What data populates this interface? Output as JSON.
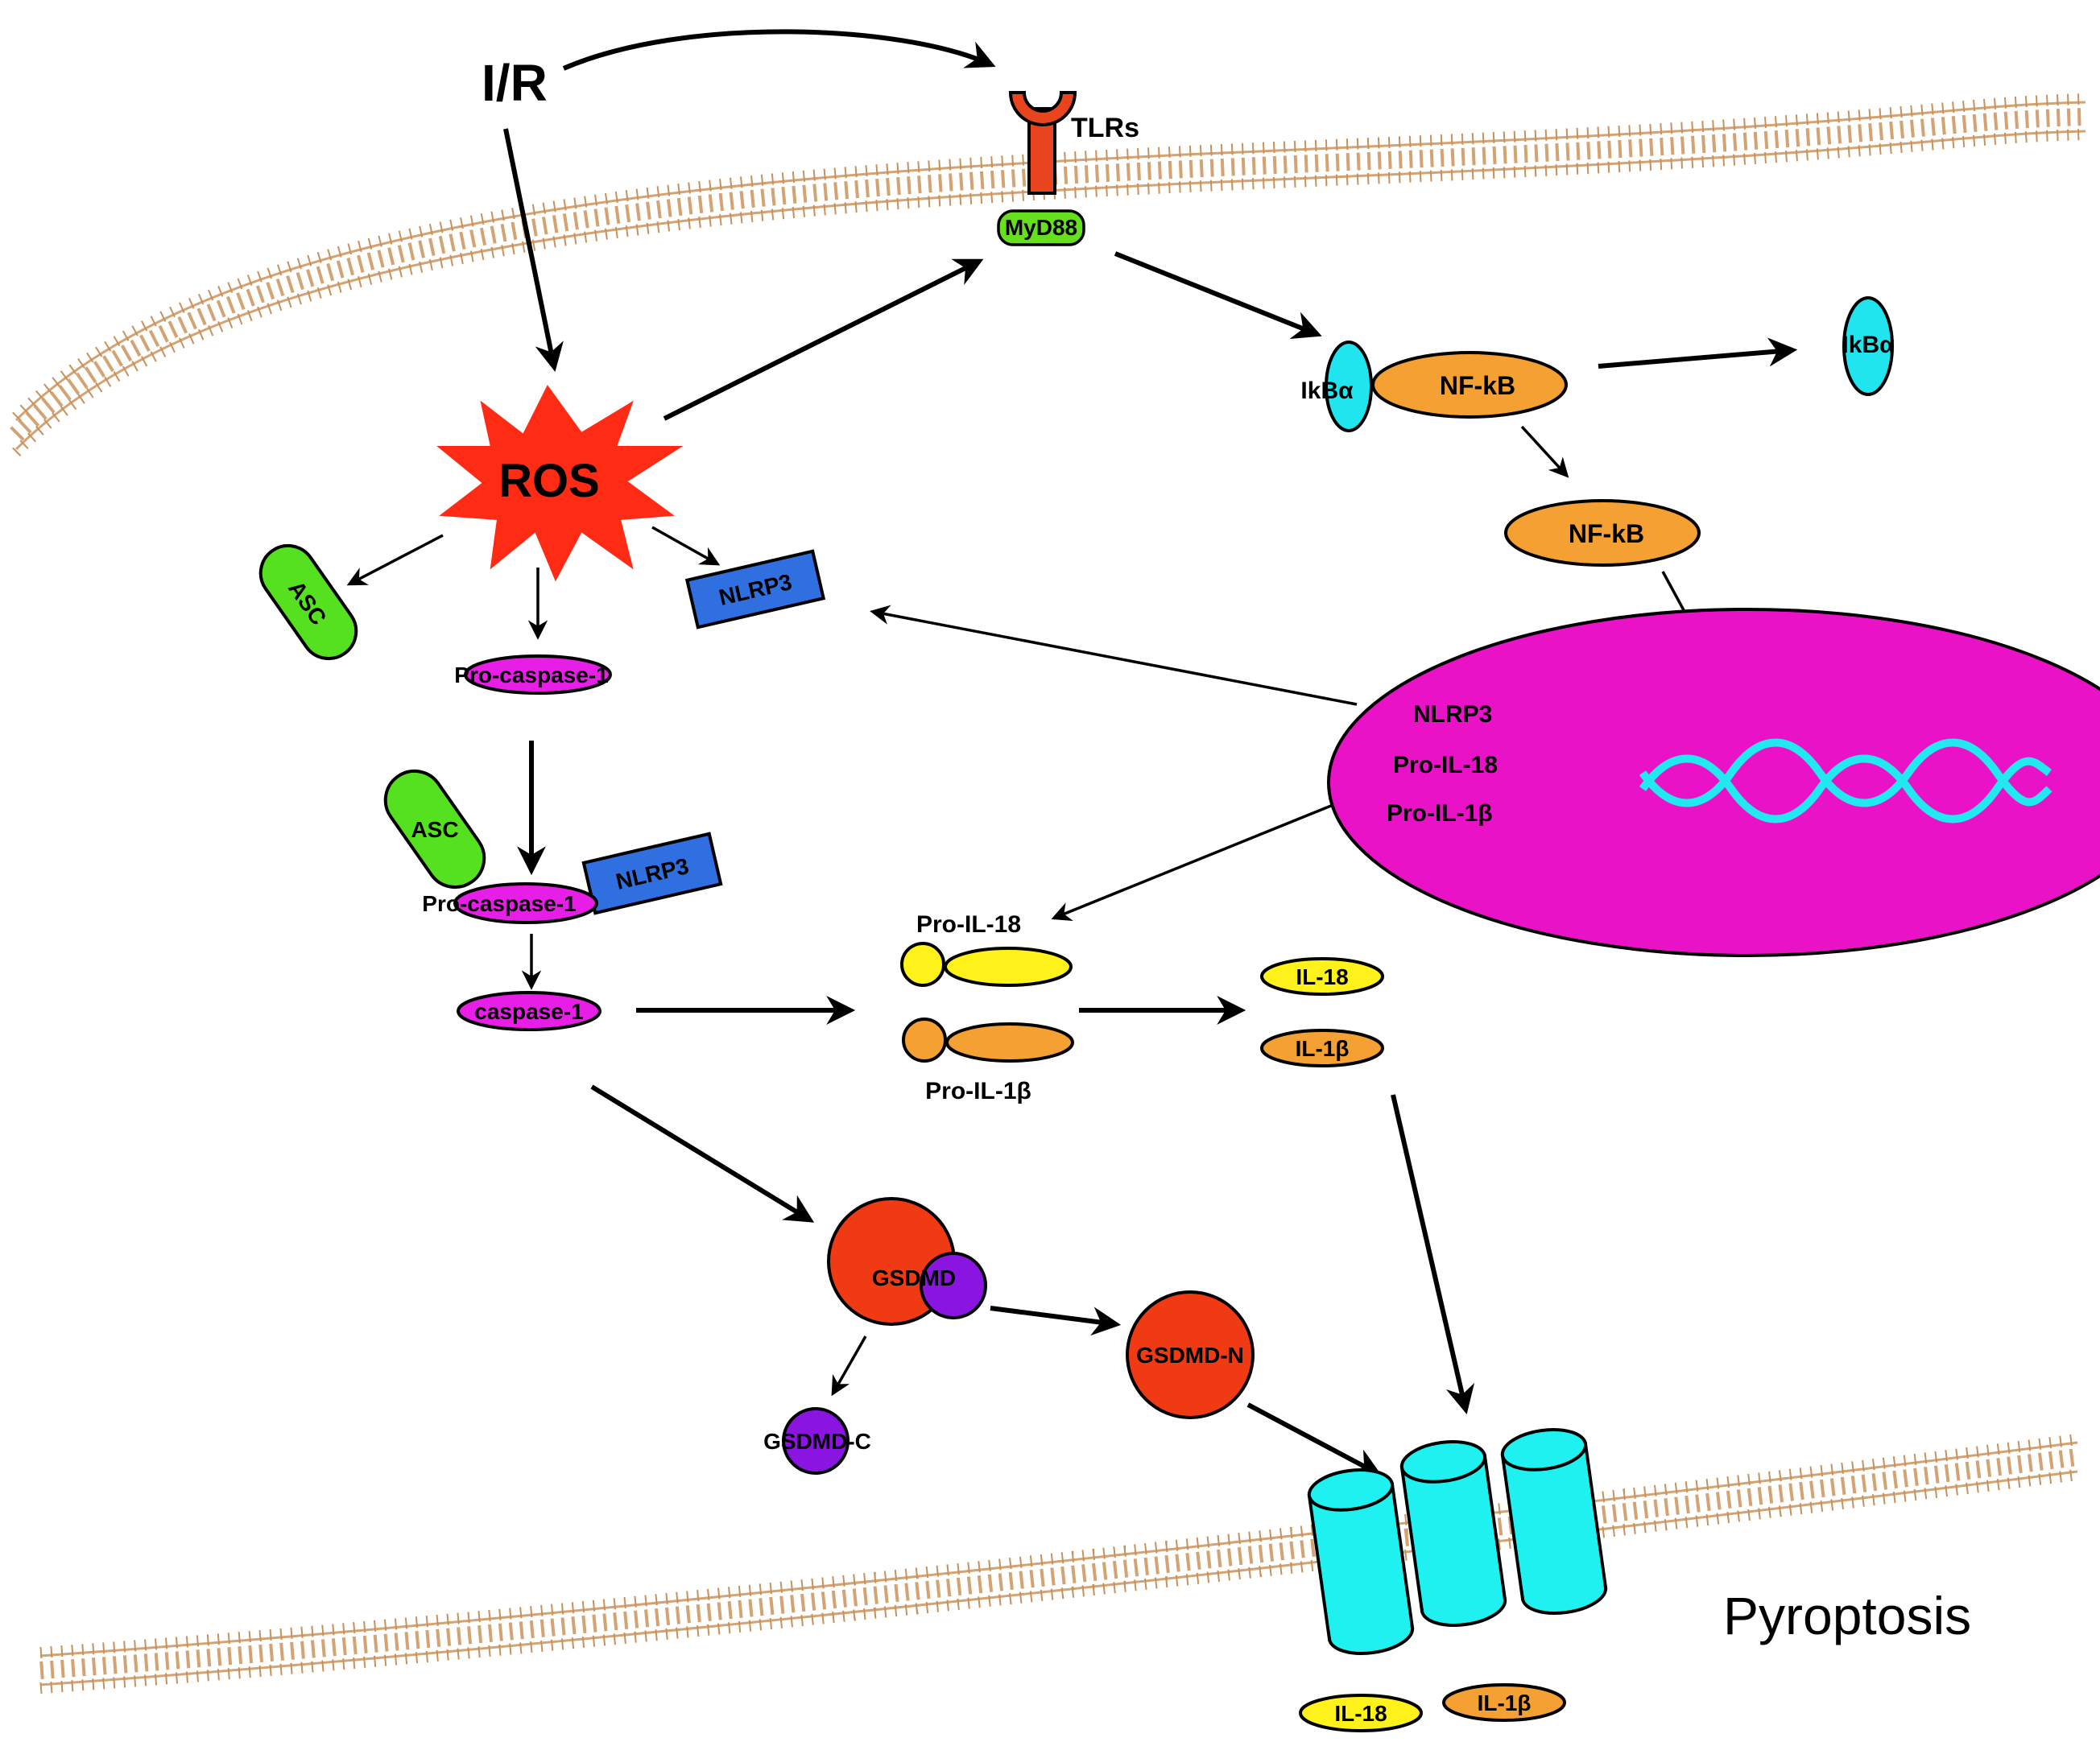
{
  "labels": {
    "ir": "I/R",
    "tlrs": "TLRs",
    "myd88": "MyD88",
    "ros": "ROS",
    "asc_free": "ASC",
    "nlrp3_free": "NLRP3",
    "pro_caspase_free": "Pro-caspase-1",
    "asc_complex": "ASC",
    "pro_caspase_complex": "Pro-caspase-1",
    "nlrp3_complex": "NLRP3",
    "caspase1": "caspase-1",
    "ikba_bound": "IkBα",
    "nfkb_bound": "NF-kB",
    "ikba_free": "IkBα",
    "nfkb_free": "NF-kB",
    "nucleus_nlrp3": "NLRP3",
    "nucleus_pro_il18": "Pro-IL-18",
    "nucleus_pro_il1b": "Pro-IL-1β",
    "pro_il18": "Pro-IL-18",
    "pro_il1b": "Pro-IL-1β",
    "il18": "IL-18",
    "il1b": "IL-1β",
    "gsdmd": "GSDMD",
    "gsdmd_c": "GSDMD-C",
    "gsdmd_n": "GSDMD-N",
    "pyroptosis": "Pyroptosis",
    "il18_out": "IL-18",
    "il1b_out": "IL-1β"
  },
  "colors": {
    "membrane": "#d4a373",
    "tlr": "#e8451e",
    "myd88": "#66e01e",
    "ros": "#ff2b14",
    "asc": "#55e020",
    "nlrp3": "#2f6fe0",
    "caspase": "#e61ee6",
    "ikba": "#20e5ef",
    "nfkb": "#f5a032",
    "nucleus": "#ea12c7",
    "dna": "#22e8f0",
    "il18": "#fff21a",
    "il1b": "#f5a032",
    "gsdmd": "#f03a14",
    "gsdmd_c": "#8a14e0",
    "pore": "#1ff0f0"
  }
}
